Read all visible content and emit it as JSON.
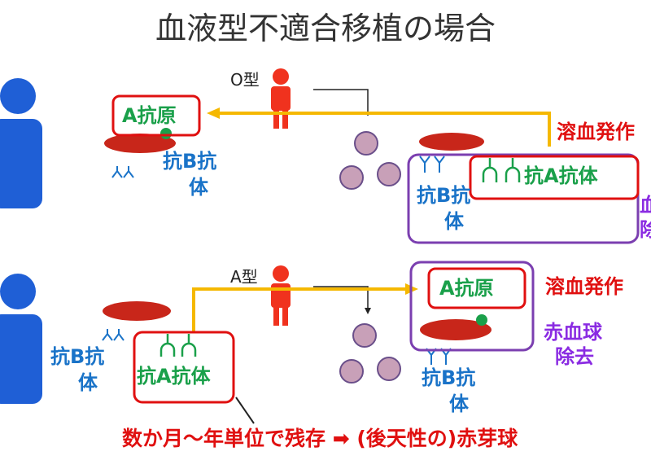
{
  "title": "血液型不適合移植の場合",
  "colors": {
    "red_line": "#e01010",
    "purple_line": "#7b3fb0",
    "orange_arrow": "#f5b800",
    "blue_person": "#1f5fd6",
    "donor_red": "#f0321e",
    "antigen_green": "#1aa04a",
    "antibody_blue": "#1a73c8",
    "rbc_red": "#c8261a"
  },
  "top": {
    "donor_type": "O型",
    "antigen": "A抗原",
    "anti_b_left_1": "抗B抗",
    "anti_b_left_2": "体",
    "anti_a": "抗A抗体",
    "anti_b_right_1": "抗B抗",
    "anti_b_right_2": "体",
    "hemolysis": "溶血発作",
    "side_label_1": "血",
    "side_label_2": "除"
  },
  "bottom": {
    "donor_type": "A型",
    "anti_b_left_1": "抗B抗",
    "anti_b_left_2": "体",
    "anti_a": "抗A抗体",
    "antigen": "A抗原",
    "hemolysis": "溶血発作",
    "rbc_removal_1": "赤血球",
    "rbc_removal_2": "除去",
    "anti_b_right_1": "抗B抗",
    "anti_b_right_2": "体",
    "footer": "数か月〜年単位で残存 ➡ (後天性の)赤芽球"
  }
}
